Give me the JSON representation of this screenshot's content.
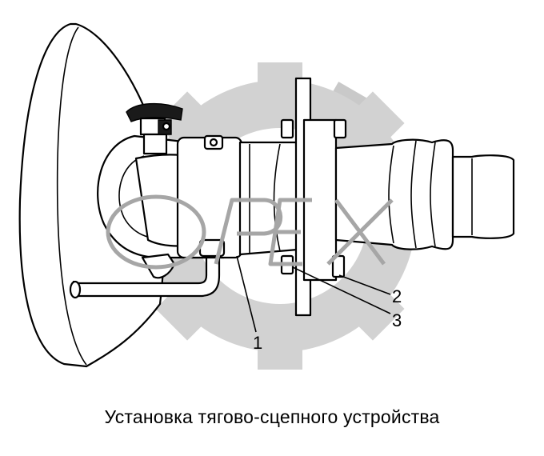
{
  "figure": {
    "caption": "Установка тягово-сцепного устройства",
    "callouts": [
      {
        "id": "1",
        "label": "1"
      },
      {
        "id": "2",
        "label": "2"
      },
      {
        "id": "3",
        "label": "3"
      }
    ]
  },
  "watermark": {
    "text": "OPEX"
  }
}
